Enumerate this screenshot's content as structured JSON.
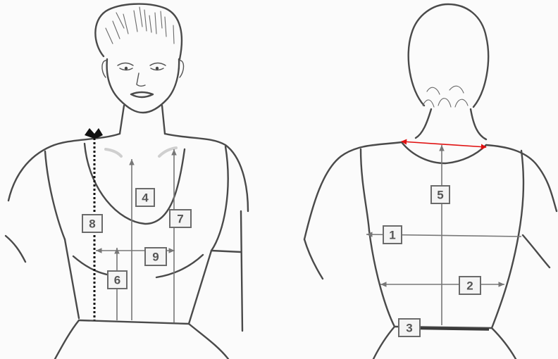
{
  "front": {
    "labels": [
      "4",
      "6",
      "7",
      "8",
      "9"
    ]
  },
  "back": {
    "labels": [
      "1",
      "2",
      "3",
      "5"
    ]
  },
  "colors": {
    "line": "#4a4a4a",
    "measure_line": "#777777",
    "neck_arrow": "#e01010",
    "dotted_line": "#111111"
  }
}
